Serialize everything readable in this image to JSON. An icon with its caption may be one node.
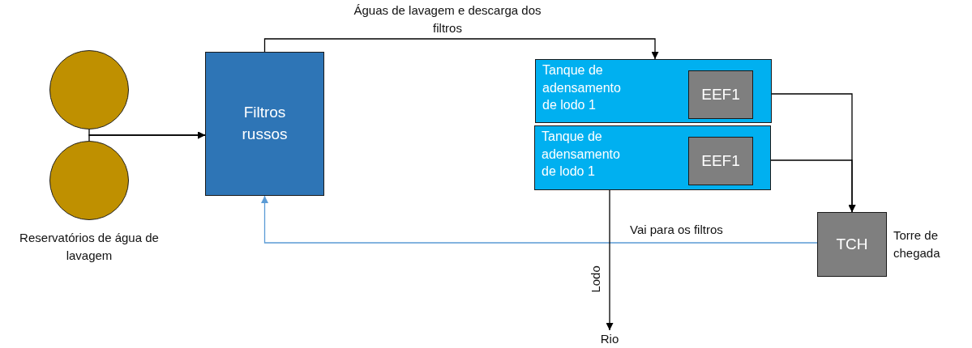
{
  "diagram": {
    "nodes": [
      {
        "text": [],
        "shape": "circle"
      },
      {
        "text": [],
        "shape": "circle",
        "beside": [
          "Reservatórios de água de lavagem"
        ]
      },
      {
        "text": [
          "Filtros russos"
        ]
      },
      {
        "text": [
          "Tanque de adensamento de lodo 1"
        ]
      },
      {
        "text": [
          "EEF1"
        ],
        "in": 3
      },
      {
        "text": [
          "Tanque de adensamento de lodo 1"
        ]
      },
      {
        "text": [
          "EEF1"
        ],
        "in": 5
      },
      {
        "text": [
          "TCH"
        ],
        "beside": [
          "Torre de chegada"
        ]
      },
      {
        "text": [
          "Rio"
        ]
      }
    ],
    "edges": [
      {
        "from": 0,
        "to": 2,
        "arrow": "to"
      },
      {
        "from": 1,
        "to": 2,
        "arrow": "to"
      },
      {
        "from": 2,
        "to": 3,
        "arrow": "to",
        "label": "Águas de lavagem e descarga dos filtros"
      },
      {
        "from": 4,
        "to": 7,
        "arrow": "to"
      },
      {
        "from": 6,
        "to": 7,
        "arrow": "to"
      },
      {
        "from": 7,
        "to": 2,
        "arrow": "to",
        "label": "Vai para os filtros",
        "color": "#5b9bd5"
      },
      {
        "from": 5,
        "to": 8,
        "arrow": "to",
        "label": "Lodo"
      }
    ]
  }
}
